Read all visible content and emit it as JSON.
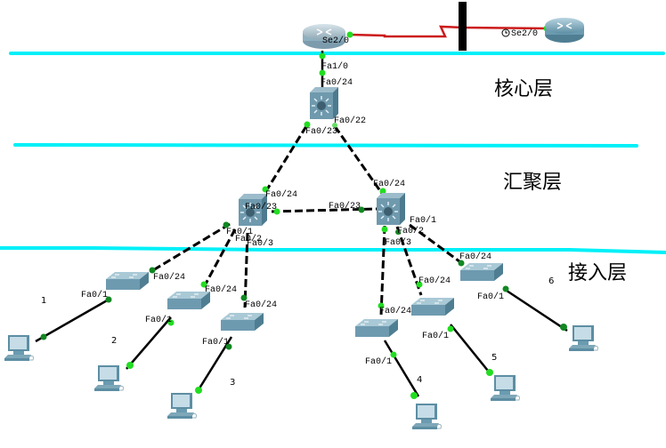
{
  "colors": {
    "layer_line": "#00f0f8",
    "serial_link": "#cc1a1a",
    "ethernet_link": "#000000",
    "port_up": "#22dd22",
    "port_dark": "#118822",
    "device_fill": "#6c98ad",
    "device_top": "#a8cad8",
    "pc_screen": "#c8dde8"
  },
  "layers": [
    {
      "id": "core",
      "label": "核心层"
    },
    {
      "id": "distribution",
      "label": "汇聚层"
    },
    {
      "id": "access",
      "label": "接入层"
    }
  ],
  "devices": {
    "router_left": {
      "type": "router",
      "port": "Se2/0"
    },
    "router_right": {
      "type": "router",
      "port": "Se2/0",
      "clock_icon": true
    },
    "core_switch": {
      "type": "multilayer-switch",
      "ports": [
        "Fa0/24",
        "Fa0/23",
        "Fa0/22"
      ]
    },
    "dist_switch_left": {
      "type": "multilayer-switch",
      "ports": [
        "Fa0/24",
        "Fa0/23",
        "Fa0/1",
        "Fa0/2",
        "Fa0/3"
      ]
    },
    "dist_switch_right": {
      "type": "multilayer-switch",
      "ports": [
        "Fa0/24",
        "Fa0/23",
        "Fa0/1",
        "Fa0/2",
        "Fa0/3"
      ]
    },
    "access_switches": [
      {
        "id": "sw1",
        "ports": [
          "Fa0/24",
          "Fa0/1"
        ]
      },
      {
        "id": "sw2",
        "ports": [
          "Fa0/24",
          "Fa0/1"
        ]
      },
      {
        "id": "sw3",
        "ports": [
          "Fa0/24",
          "Fa0/1"
        ]
      },
      {
        "id": "sw4",
        "ports": [
          "Fa0/24",
          "Fa0/1"
        ]
      },
      {
        "id": "sw5",
        "ports": [
          "Fa0/24",
          "Fa0/1"
        ]
      },
      {
        "id": "sw6",
        "ports": [
          "Fa0/24",
          "Fa0/1"
        ]
      }
    ],
    "pcs": [
      "1",
      "2",
      "3",
      "4",
      "5",
      "6"
    ]
  },
  "labels": {
    "r_left_se": "Se2/0",
    "r_right_se": "Se2/0",
    "core_fa10": "Fa1/0",
    "core_fa024": "Fa0/24",
    "core_fa023": "Fa0/23",
    "core_fa022": "Fa0/22",
    "dl_fa024": "Fa0/24",
    "dl_fa023": "Fa0/23",
    "dl_fa01": "Fa0/1",
    "dl_fa02": "Fa0/2",
    "dl_fa03": "Fa0/3",
    "dr_fa024": "Fa0/24",
    "dr_fa023": "Fa0/23",
    "dr_fa01": "Fa0/1",
    "dr_fa02": "Fa0/2",
    "dr_fa03": "Fa0/3",
    "sw1_fa024": "Fa0/24",
    "sw1_fa01": "Fa0/1",
    "sw2_fa024": "Fa0/24",
    "sw2_fa01": "Fa0/1",
    "sw3_fa024": "Fa0/24",
    "sw3_fa01": "Fa0/1",
    "sw4_fa024": "Fa0/24",
    "sw4_fa01": "Fa0/1",
    "sw5_fa024": "Fa0/24",
    "sw5_fa01": "Fa0/1",
    "sw6_fa024": "Fa0/24",
    "sw6_fa01": "Fa0/1",
    "pc1": "1",
    "pc2": "2",
    "pc3": "3",
    "pc4": "4",
    "pc5": "5",
    "pc6": "6"
  }
}
